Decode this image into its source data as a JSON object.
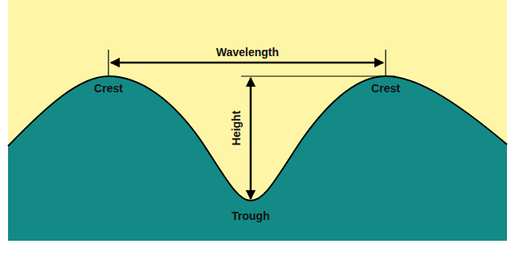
{
  "diagram": {
    "labels": [
      "Wavelength",
      "Crest",
      "Crest",
      "Height",
      "Trough"
    ]
  }
}
